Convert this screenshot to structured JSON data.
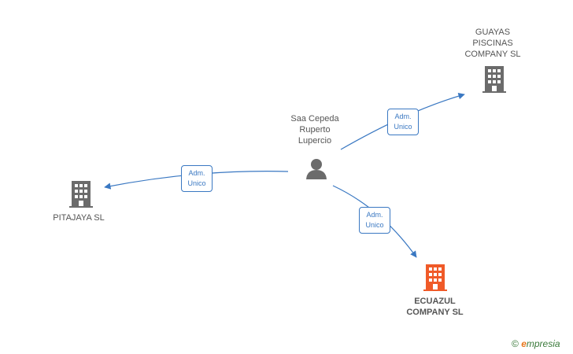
{
  "nodes": {
    "person": {
      "label": "Saa Cepeda\nRuperto\nLupercio",
      "icon": "person-icon",
      "color": "#6b6b6b"
    },
    "guayas": {
      "label": "GUAYAS\nPISCINAS\nCOMPANY  SL",
      "icon": "building-icon",
      "color": "#6b6b6b"
    },
    "pitajaya": {
      "label": "PITAJAYA  SL",
      "icon": "building-icon",
      "color": "#6b6b6b"
    },
    "ecuazul": {
      "label": "ECUAZUL\nCOMPANY  SL",
      "icon": "building-icon",
      "color": "#f05a28"
    }
  },
  "edges": [
    {
      "line1": "Adm.",
      "line2": "Unico",
      "to": "guayas"
    },
    {
      "line1": "Adm.",
      "line2": "Unico",
      "to": "pitajaya"
    },
    {
      "line1": "Adm.",
      "line2": "Unico",
      "to": "ecuazul"
    }
  ],
  "footer": {
    "copyright": "©",
    "brand_e": "e",
    "brand_rest": "mpresia"
  },
  "colors": {
    "edge": "#3a78c2",
    "text": "#555555"
  }
}
